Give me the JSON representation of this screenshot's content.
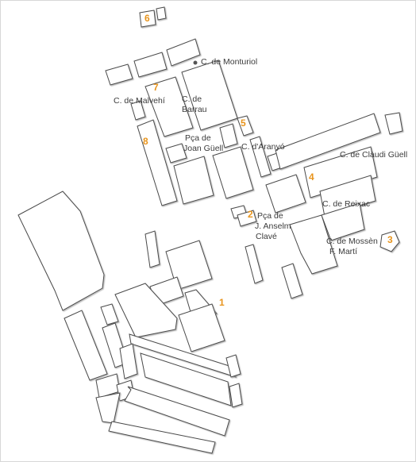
{
  "map": {
    "colors": {
      "block_outline": "#4a4a4a",
      "marker": "#e8941c",
      "label": "#3b3b3b"
    },
    "markers": [
      "1",
      "2",
      "3",
      "4",
      "5",
      "6",
      "7",
      "8"
    ],
    "streets": {
      "monturiol": "C. de Monturiol",
      "malvehi": "C. de Malvehí",
      "barrau_1": "C. de",
      "barrau_2": "Barrau",
      "guell_sq_1": "Pça de",
      "guell_sq_2": "Joan Güell",
      "aranyo": "C. d'Aranyó",
      "claudi_guell": "C. de Clàudi Güell",
      "reixac": "C. de Reixac",
      "clave_1": "Pça de",
      "clave_2": "J. Anselm",
      "clave_3": "Clavé",
      "mossen_1": "C. de Mossèn",
      "mossen_2": "F. Martí"
    }
  }
}
